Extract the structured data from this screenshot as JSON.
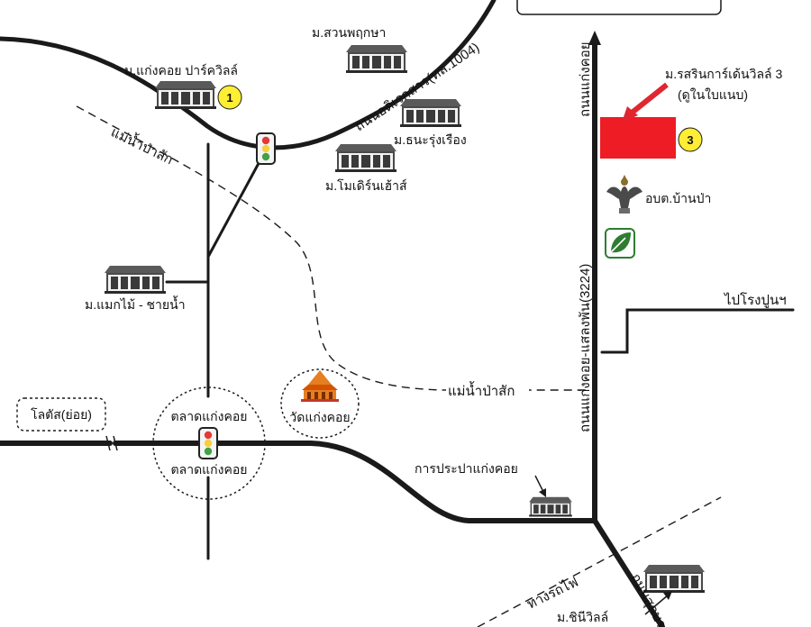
{
  "colors": {
    "road": "#1a1a1a",
    "badge_fill": "#ffee33",
    "target_fill": "#ee1c25",
    "target_arrow": "#e0262f",
    "traffic_light_red": "#e53935",
    "traffic_light_yellow": "#f4d03f",
    "traffic_light_green": "#43a047",
    "leaf_logo": "#2e7d32",
    "building": "#3a3a3a"
  },
  "roads": {
    "upper_road": "ถนนอดิเรกสาร(ทล.1004)",
    "main_vertical_north": "ถนนแก่งคอย",
    "main_vertical": "ถนนแก่งคอย-แสลงพัน(3224)",
    "to_cement_plant": "ไปโรงปูนฯ",
    "southeast_road": "ถนนสุดบรรทัด",
    "railway": "ทางรถไฟ"
  },
  "rivers": {
    "pasak_upper": "แม่น้ำป่าสัก",
    "pasak_lower": "แม่น้ำป่าสัก"
  },
  "landmarks": {
    "kaengkhoi_park_villa": "ม.แก่งคอย ปาร์ควิลล์",
    "suan_prueksa": "ม.สวนพฤกษา",
    "thanarungrueang": "ม.ธนะรุ่งเรือง",
    "modern_house": "ม.โมเดิร์นเฮ้าส์",
    "maekmai_chainam": "ม.แมกไม้ - ชายน้ำ",
    "lotus": "โลตัส(ย่อย)",
    "market_top": "ตลาดแก่งคอย",
    "market_bottom": "ตลาดแก่งคอย",
    "wat_kaengkhoi": "วัดแก่งคอย",
    "waterworks": "การประปาแก่งคอย",
    "chinee_villa": "ม.ชินีวิลล์",
    "rossarin_garden_villa": "ม.รสรินการ์เด้นวิลล์ 3",
    "see_attachment": "(ดูในใบแนบ)",
    "sao_ban_pa": "อบต.บ้านป่า"
  },
  "badges": {
    "park_villa_number": "1",
    "target_number": "3"
  },
  "icons": {
    "house": "house-icon",
    "traffic_light": "traffic-light-icon",
    "temple": "temple-icon",
    "garuda": "garuda-emblem-icon",
    "leaf": "leaf-logo-icon",
    "north_arrow": "arrow-up-icon"
  }
}
